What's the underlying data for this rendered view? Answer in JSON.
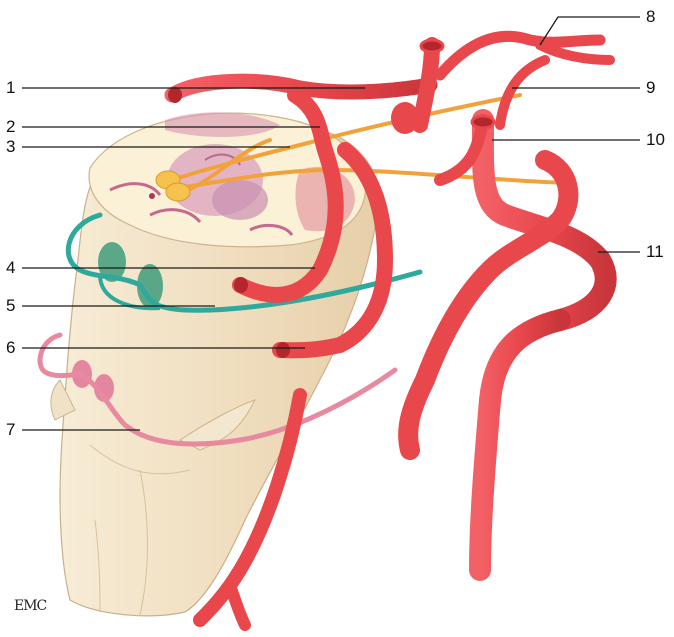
{
  "figure": {
    "labels": [
      "1",
      "2",
      "3",
      "4",
      "5",
      "6",
      "7",
      "8",
      "9",
      "10",
      "11"
    ],
    "logo": "EMC",
    "colors": {
      "artery": "#e8474c",
      "artery_dark": "#c42e34",
      "nerve_orange": "#f3a43a",
      "teal": "#3fb5a6",
      "pink": "#e98aa6",
      "cord": "#f2e4cb",
      "cord_section": "#fbf1d6",
      "gray_matter": "#d89ab5"
    }
  }
}
